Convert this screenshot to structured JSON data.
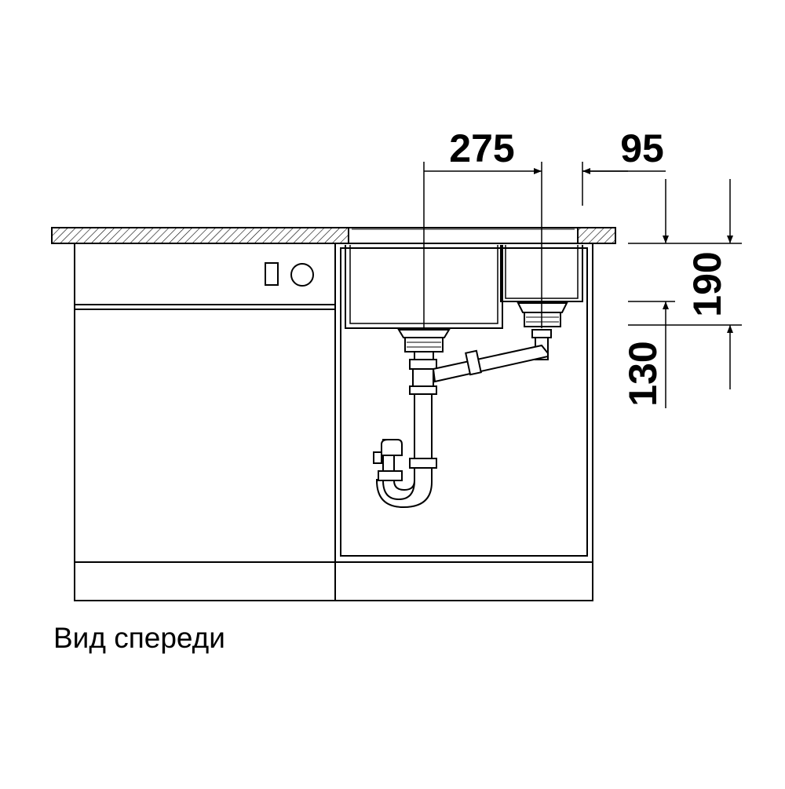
{
  "caption": "Вид спереди",
  "dimensions": {
    "bowl_center_spacing": "275",
    "small_bowl_offset": "95",
    "height_top": "190",
    "height_bottom": "130"
  }
}
